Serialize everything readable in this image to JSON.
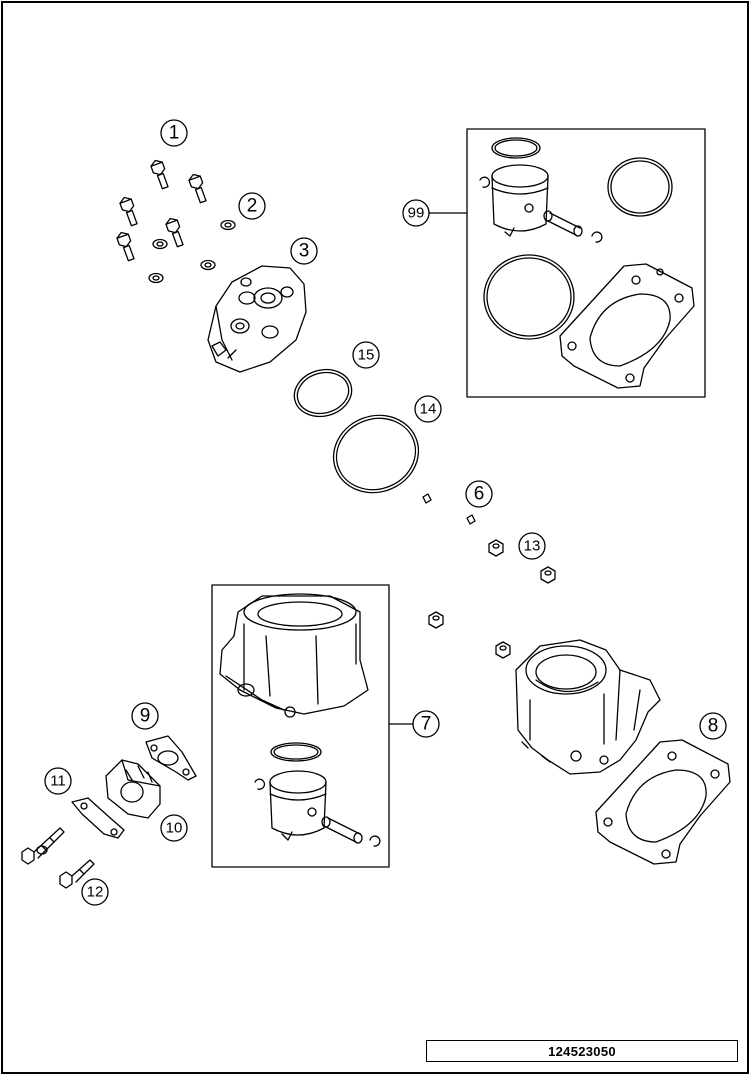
{
  "document_id": "124523050",
  "callouts": {
    "c1": "1",
    "c2": "2",
    "c3": "3",
    "c6": "6",
    "c7": "7",
    "c8": "8",
    "c9": "9",
    "c10": "10",
    "c11": "11",
    "c12": "12",
    "c13": "13",
    "c14": "14",
    "c15": "15",
    "c99": "99"
  }
}
